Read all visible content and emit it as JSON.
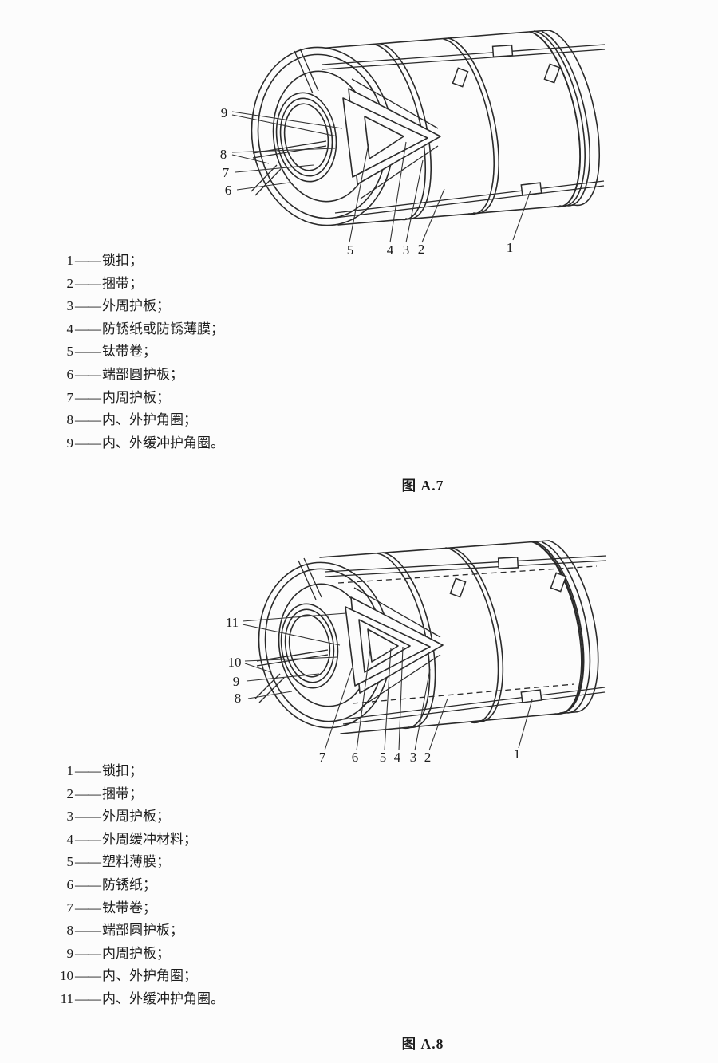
{
  "ui": {
    "dash": "——"
  },
  "page": {
    "background": "#fcfcfc",
    "ink": "#2a2a2a"
  },
  "figure_a7": {
    "caption": "图 A.7",
    "callouts": {
      "c1": "1",
      "c2": "2",
      "c3": "3",
      "c4": "4",
      "c5": "5",
      "c6": "6",
      "c7": "7",
      "c8": "8",
      "c9": "9"
    },
    "legend": [
      {
        "num": "1",
        "label": "锁扣；"
      },
      {
        "num": "2",
        "label": "捆带；"
      },
      {
        "num": "3",
        "label": "外周护板；"
      },
      {
        "num": "4",
        "label": "防锈纸或防锈薄膜；"
      },
      {
        "num": "5",
        "label": "钛带卷；"
      },
      {
        "num": "6",
        "label": "端部圆护板；"
      },
      {
        "num": "7",
        "label": "内周护板；"
      },
      {
        "num": "8",
        "label": "内、外护角圈；"
      },
      {
        "num": "9",
        "label": "内、外缓冲护角圈。"
      }
    ]
  },
  "figure_a8": {
    "caption": "图 A.8",
    "callouts": {
      "c1": "1",
      "c2": "2",
      "c3": "3",
      "c4": "4",
      "c5": "5",
      "c6": "6",
      "c7": "7",
      "c8": "8",
      "c9": "9",
      "c10": "10",
      "c11": "11"
    },
    "legend": [
      {
        "num": "1",
        "label": "锁扣；"
      },
      {
        "num": "2",
        "label": "捆带；"
      },
      {
        "num": "3",
        "label": "外周护板；"
      },
      {
        "num": "4",
        "label": "外周缓冲材料；"
      },
      {
        "num": "5",
        "label": "塑料薄膜；"
      },
      {
        "num": "6",
        "label": "防锈纸；"
      },
      {
        "num": "7",
        "label": "钛带卷；"
      },
      {
        "num": "8",
        "label": "端部圆护板；"
      },
      {
        "num": "9",
        "label": "内周护板；"
      },
      {
        "num": "10",
        "label": "内、外护角圈；"
      },
      {
        "num": "11",
        "label": "内、外缓冲护角圈。"
      }
    ]
  }
}
